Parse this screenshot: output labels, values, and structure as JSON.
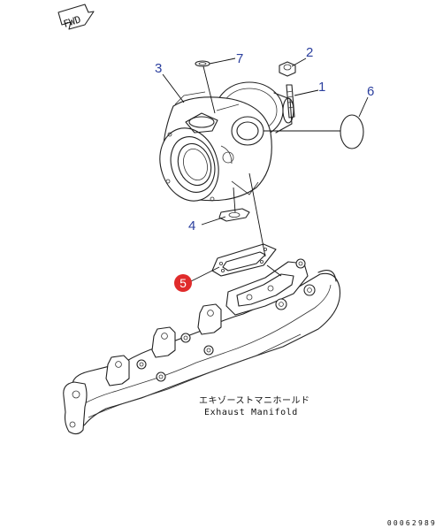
{
  "diagram": {
    "fwd_label": "FWD",
    "parts": [
      {
        "number": "1"
      },
      {
        "number": "2"
      },
      {
        "number": "3"
      },
      {
        "number": "4"
      },
      {
        "number": "5",
        "highlight": true
      },
      {
        "number": "6"
      },
      {
        "number": "7"
      }
    ],
    "caption_jp": "エキゾーストマニホールド",
    "caption_en": "Exhaust Manifold",
    "drawing_number": "00062989",
    "colors": {
      "callout_label": "#2b3f9e",
      "highlight": "#e02b2b",
      "line": "#222222"
    }
  }
}
